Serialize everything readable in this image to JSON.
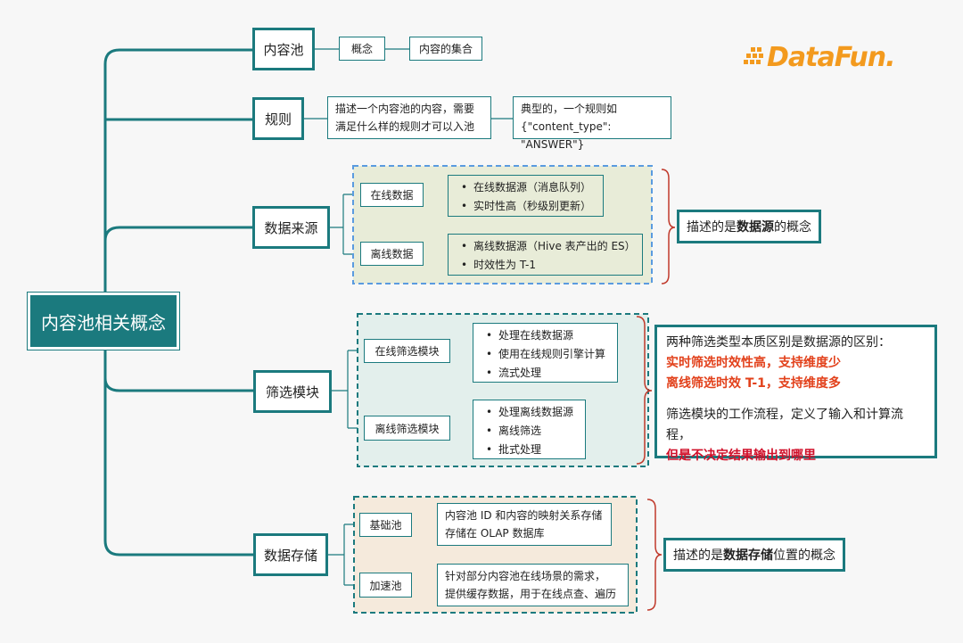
{
  "root": {
    "label": "内容池相关概念"
  },
  "branches": {
    "pool": {
      "label": "内容池",
      "concept": "概念",
      "def": "内容的集合"
    },
    "rule": {
      "label": "规则",
      "desc_line1": "描述一个内容池的内容，需要",
      "desc_line2": "满足什么样的规则才可以入池",
      "example_line1": "典型的，一个规则如",
      "example_line2": "{\"content_type\": \"ANSWER\"}"
    },
    "source": {
      "label": "数据来源",
      "online": {
        "label": "在线数据",
        "items": [
          "在线数据源（消息队列）",
          "实时性高（秒级别更新）"
        ]
      },
      "offline": {
        "label": "离线数据",
        "items": [
          "离线数据源（Hive 表产出的 ES）",
          "时效性为 T-1"
        ]
      },
      "note_prefix": "描述的是",
      "note_bold": "数据源",
      "note_suffix": "的概念"
    },
    "filter": {
      "label": "筛选模块",
      "online": {
        "label": "在线筛选模块",
        "items": [
          "处理在线数据源",
          "使用在线规则引擎计算",
          "流式处理"
        ]
      },
      "offline": {
        "label": "离线筛选模块",
        "items": [
          "处理离线数据源",
          "离线筛选",
          "批式处理"
        ]
      },
      "note": {
        "line1": "两种筛选类型本质区别是数据源的区别：",
        "line2": "实时筛选时效性高，支持维度少",
        "line3": "离线筛选时效 T-1，支持维度多",
        "line4": "筛选模块的工作流程，定义了输入和计算流程，",
        "line5": "但是不决定结果输出到哪里"
      }
    },
    "storage": {
      "label": "数据存储",
      "base": {
        "label": "基础池",
        "line1": "内容池 ID 和内容的映射关系存储",
        "line2": "存储在 OLAP 数据库"
      },
      "accel": {
        "label": "加速池",
        "line1": "针对部分内容池在线场景的需求，",
        "line2": "提供缓存数据，用于在线点查、遍历"
      },
      "note_prefix": "描述的是",
      "note_bold": "数据存储",
      "note_suffix": "位置的概念"
    }
  },
  "logo": {
    "text": "DataFun."
  },
  "colors": {
    "teal": "#1b7a7e",
    "orange": "#f39a1e",
    "red_brace": "#c0392b",
    "highlight": "#e2411b"
  }
}
